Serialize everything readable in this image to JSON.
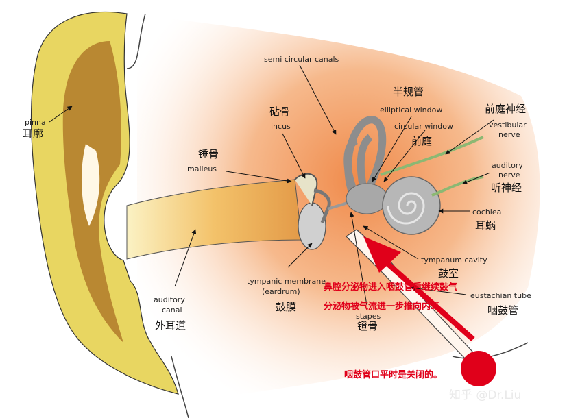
{
  "labels": {
    "pinna_en": "pinna",
    "pinna_zh": "耳廓",
    "semi_en": "semi circular canals",
    "semi_zh": "半规管",
    "incus_zh": "砧骨",
    "incus_en": "incus",
    "elliptical_en": "elliptical window",
    "circular_en": "circular window",
    "vestibule_zh": "前庭",
    "vestibular_zh": "前庭神经",
    "vestibular_en1": "vestibular",
    "vestibular_en2": "nerve",
    "malleus_zh": "锤骨",
    "malleus_en": "malleus",
    "auditory_nerve_en1": "auditory",
    "auditory_nerve_en2": "nerve",
    "auditory_nerve_zh": "听神经",
    "cochlea_en": "cochlea",
    "cochlea_zh": "耳蜗",
    "tympanum_en": "tympanum cavity",
    "tympanum_zh": "鼓室",
    "tympanic_en1": "tympanic membrane",
    "tympanic_en2": "(eardrum)",
    "tympanic_zh": "鼓膜",
    "stapes_en": "stapes",
    "stapes_zh": "镫骨",
    "eustachian_en": "eustachian tube",
    "eustachian_zh": "咽鼓管",
    "canal_en1": "auditory",
    "canal_en2": "canal",
    "canal_zh": "外耳道"
  },
  "annotations": {
    "note1": "鼻腔分泌物进入咽鼓管后继续鼓气",
    "note2": "分泌物被气流进一步推向内耳",
    "note3": "咽鼓管口平时是关闭的。"
  },
  "watermark": "知乎 @Dr.Liu",
  "colors": {
    "annotation_red": "#e0001a",
    "skin_orange": "#f4a36b",
    "cartilage_yellow": "#e6d45a",
    "bone_gray": "#a8a8a8"
  }
}
